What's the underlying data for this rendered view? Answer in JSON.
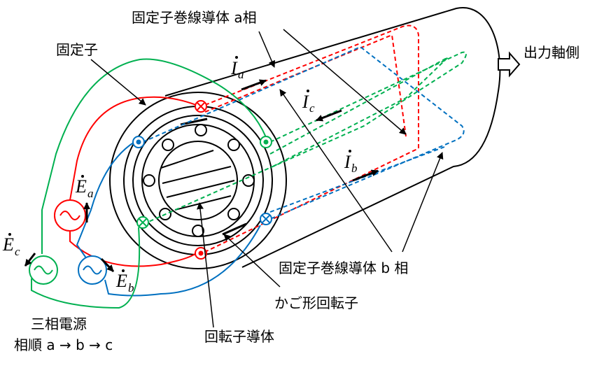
{
  "labels": {
    "stator_winding_a": "固定子巻線導体 a相",
    "stator": "固定子",
    "output_shaft_side": "出力軸側",
    "stator_winding_b": "固定子巻線導体 b 相",
    "cage_rotor": "かご形回転子",
    "rotor_conductor": "回転子導体",
    "three_phase_source": "三相電源",
    "phase_sequence": "相順 a → b → c"
  },
  "currents": {
    "a": {
      "symbol": "I",
      "sub": "a"
    },
    "b": {
      "symbol": "I",
      "sub": "b"
    },
    "c": {
      "symbol": "I",
      "sub": "c"
    }
  },
  "emfs": {
    "a": {
      "symbol": "E",
      "sub": "a"
    },
    "b": {
      "symbol": "E",
      "sub": "b"
    },
    "c": {
      "symbol": "E",
      "sub": "c"
    }
  },
  "colors": {
    "phase_a": "#ff0000",
    "phase_b": "#0070c0",
    "phase_c": "#00b050",
    "line": "#000000"
  }
}
